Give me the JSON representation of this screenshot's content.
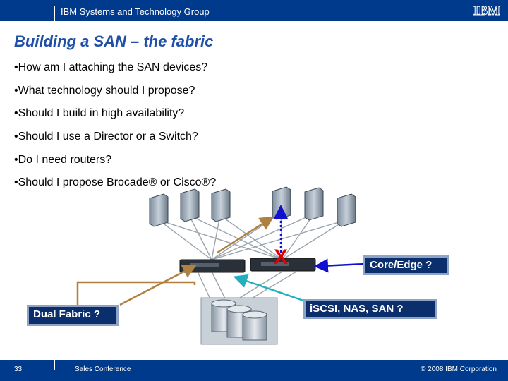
{
  "header": {
    "group": "IBM Systems and Technology Group",
    "logo": "IBM"
  },
  "slide": {
    "title": "Building a SAN – the fabric",
    "bullets": [
      "How am I attaching the SAN devices?",
      "What technology should I propose?",
      "Should I build in high availability?",
      "Should I use a Director or a Switch?",
      "Do I need routers?",
      "Should I propose Brocade® or Cisco®?"
    ]
  },
  "diagram": {
    "callouts": {
      "core_edge": "Core/Edge ?",
      "dual_fabric": "Dual Fabric ?",
      "protocols": "iSCSI, NAS, SAN ?"
    },
    "x_mark": "X",
    "colors": {
      "brown_arrow": "#b08040",
      "blue_arrow": "#1010d0",
      "cyan_arrow": "#20b0c0"
    }
  },
  "footer": {
    "page": "33",
    "event": "Sales Conference",
    "copyright": "© 2008 IBM Corporation"
  }
}
